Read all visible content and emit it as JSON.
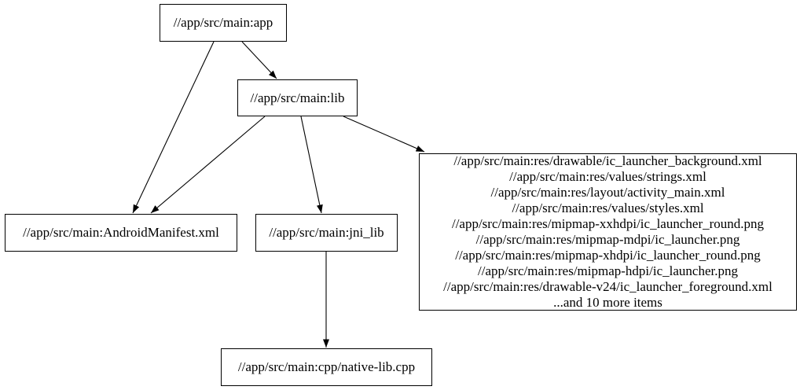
{
  "diagram": {
    "kind": "dependency-graph",
    "background_color": "#ffffff",
    "node_fill_color": "#ffffff",
    "node_border_color": "#000000",
    "edge_color": "#000000",
    "text_color": "#000000",
    "nodes": [
      {
        "id": "app",
        "label": "//app/src/main:app"
      },
      {
        "id": "lib",
        "label": "//app/src/main:lib"
      },
      {
        "id": "android_manifest",
        "label": "//app/src/main:AndroidManifest.xml"
      },
      {
        "id": "jni_lib",
        "label": "//app/src/main:jni_lib"
      },
      {
        "id": "res_group",
        "label": "//app/src/main:res/drawable/ic_launcher_background.xml\n//app/src/main:res/values/strings.xml\n//app/src/main:res/layout/activity_main.xml\n//app/src/main:res/values/styles.xml\n//app/src/main:res/mipmap-xxhdpi/ic_launcher_round.png\n//app/src/main:res/mipmap-mdpi/ic_launcher.png\n//app/src/main:res/mipmap-xhdpi/ic_launcher_round.png\n//app/src/main:res/mipmap-hdpi/ic_launcher.png\n//app/src/main:res/drawable-v24/ic_launcher_foreground.xml\n...and 10 more items"
      },
      {
        "id": "native_lib",
        "label": "//app/src/main:cpp/native-lib.cpp"
      }
    ],
    "edges": [
      {
        "from": "app",
        "to": "lib"
      },
      {
        "from": "app",
        "to": "android_manifest"
      },
      {
        "from": "lib",
        "to": "android_manifest"
      },
      {
        "from": "lib",
        "to": "jni_lib"
      },
      {
        "from": "lib",
        "to": "res_group"
      },
      {
        "from": "jni_lib",
        "to": "native_lib"
      }
    ]
  }
}
